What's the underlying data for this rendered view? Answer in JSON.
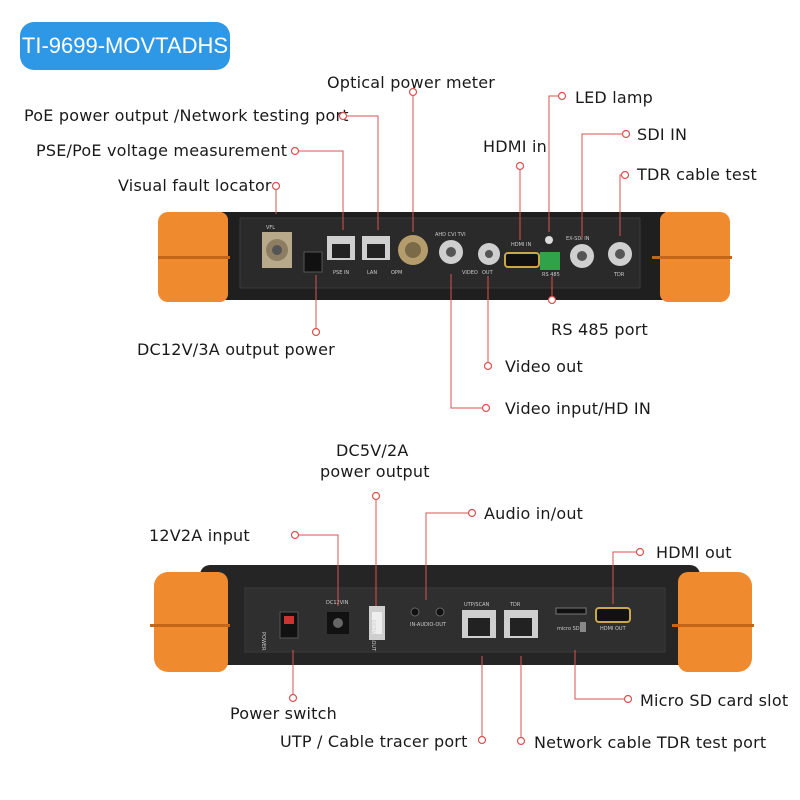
{
  "model_badge": "TI-9699-MOVTADHS",
  "top_panel": {
    "labels": {
      "optical_power_meter": "Optical power meter",
      "poe_output": "PoE power output /Network testing port",
      "pse_poe": "PSE/PoE voltage measurement",
      "vfl": "Visual fault locator",
      "dc12v": "DC12V/3A output power",
      "hdmi_in": "HDMI in",
      "led_lamp": "LED lamp",
      "sdi_in": "SDI IN",
      "tdr": "TDR cable test",
      "rs485": "RS 485 port",
      "video_out": "Video out",
      "video_input": "Video input/HD IN"
    },
    "port_labels": {
      "vfl": "VFL",
      "pse_in": "PSE IN",
      "lan": "LAN",
      "opm": "OPM",
      "ahd_cvi_tvi": "AHD CVI TVI",
      "video": "VIDEO",
      "out": "OUT",
      "hdmi_in": "HDMI IN",
      "rs485": "RS 485",
      "ex_sdi_in": "EX-SDI IN",
      "tdr": "TDR"
    }
  },
  "bottom_panel": {
    "labels": {
      "dc5v": "DC5V/2A",
      "dc5v_2": "power output",
      "audio": "Audio in/out",
      "input_12v": "12V2A input",
      "hdmi_out": "HDMI out",
      "power_switch": "Power switch",
      "micro_sd": "Micro SD card slot",
      "utp": "UTP / Cable tracer port",
      "tdr_port": "Network cable TDR test port"
    },
    "port_labels": {
      "power": "POWER",
      "dc12vin": "DC12VIN",
      "dc5v2aout": "DC5V2AOUT",
      "in_audio_out": "IN-AUDIO-OUT",
      "utp_scan": "UTP/SCAN",
      "tdr": "TDR",
      "micro_sd": "micro SD",
      "hdmi_out": "HDMI OUT"
    }
  },
  "colors": {
    "badge": "#2e98e6",
    "leader": "#d9534f",
    "bumper": "#f08a2e",
    "body": "#2b2b2b"
  }
}
